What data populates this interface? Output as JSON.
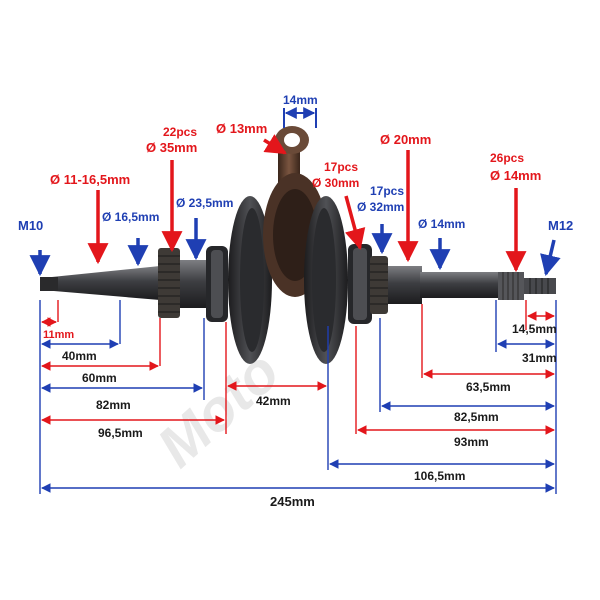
{
  "colors": {
    "red": "#e3161b",
    "blue": "#1f3fb3",
    "shaft": "#3a3a3c",
    "rod": "#5a3c2c"
  },
  "watermark": "Moto",
  "labels": {
    "m10": "M10",
    "m12": "M12",
    "d_11_16_5": "Ø 11-16,5mm",
    "d_16_5": "Ø 16,5mm",
    "d_23_5": "Ø 23,5mm",
    "pcs22": "22pcs",
    "d_35": "Ø 35mm",
    "w_14": "14mm",
    "d_13": "Ø 13mm",
    "pcs17a": "17pcs",
    "d_30": "Ø 30mm",
    "pcs17b": "17pcs",
    "d_32": "Ø 32mm",
    "d_20": "Ø 20mm",
    "d_14": "Ø 14mm",
    "pcs26": "26pcs",
    "d_14_spline": "Ø 14mm"
  },
  "dimensions": {
    "l_11": "11mm",
    "l_40": "40mm",
    "l_60": "60mm",
    "l_82": "82mm",
    "l_96_5": "96,5mm",
    "l_42": "42mm",
    "l_14_5": "14,5mm",
    "l_31": "31mm",
    "l_63_5": "63,5mm",
    "l_82_5": "82,5mm",
    "l_93": "93mm",
    "l_106_5": "106,5mm",
    "l_245": "245mm"
  }
}
